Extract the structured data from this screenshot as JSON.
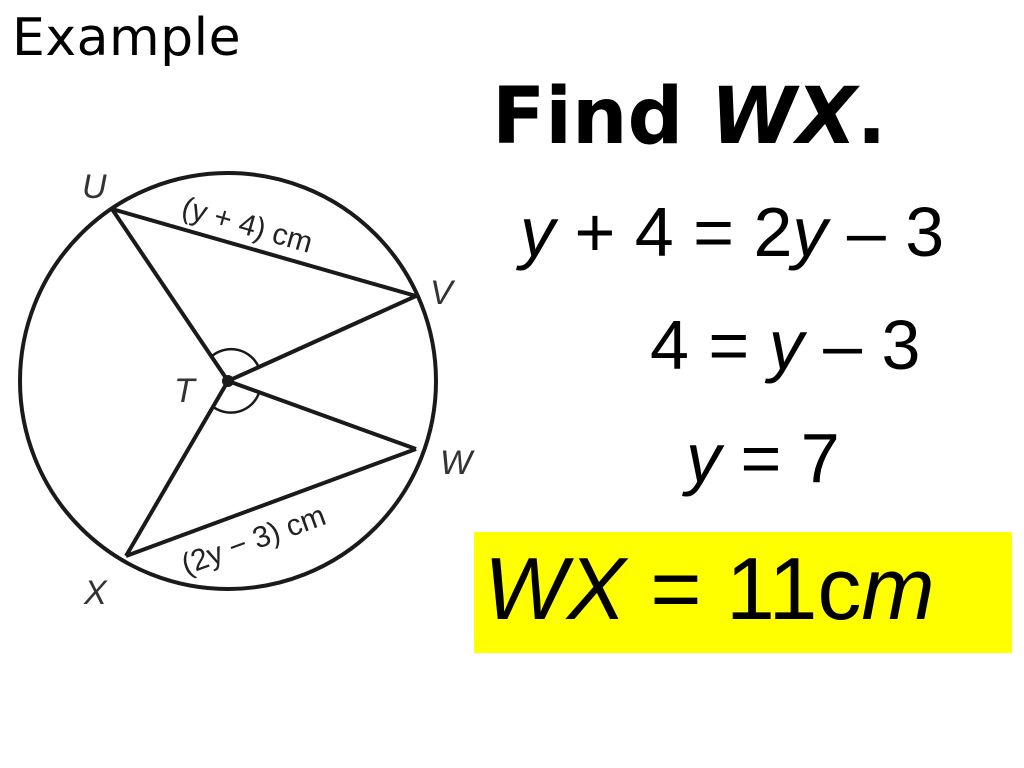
{
  "slide": {
    "title": "Example"
  },
  "heading": {
    "prefix": "Find ",
    "var": "WX",
    "suffix": "."
  },
  "diagram": {
    "points": {
      "U": "U",
      "V": "V",
      "W": "W",
      "X": "X",
      "T": "T"
    },
    "chord_uv_label": "(y + 4) cm",
    "chord_wx_label": "(2y − 3) cm"
  },
  "equations": {
    "line1": {
      "a": "y",
      "b": " + 4 = 2",
      "c": "y",
      "d": " – 3"
    },
    "line2": {
      "a": "4 = ",
      "b": "y",
      "c": " – 3"
    },
    "line3": {
      "a": "y",
      "b": " = 7"
    }
  },
  "answer": {
    "a": "WX",
    "b": " = 11",
    "c": "c",
    "d": "m"
  },
  "colors": {
    "highlight": "#ffff00",
    "ink": "#000000"
  }
}
